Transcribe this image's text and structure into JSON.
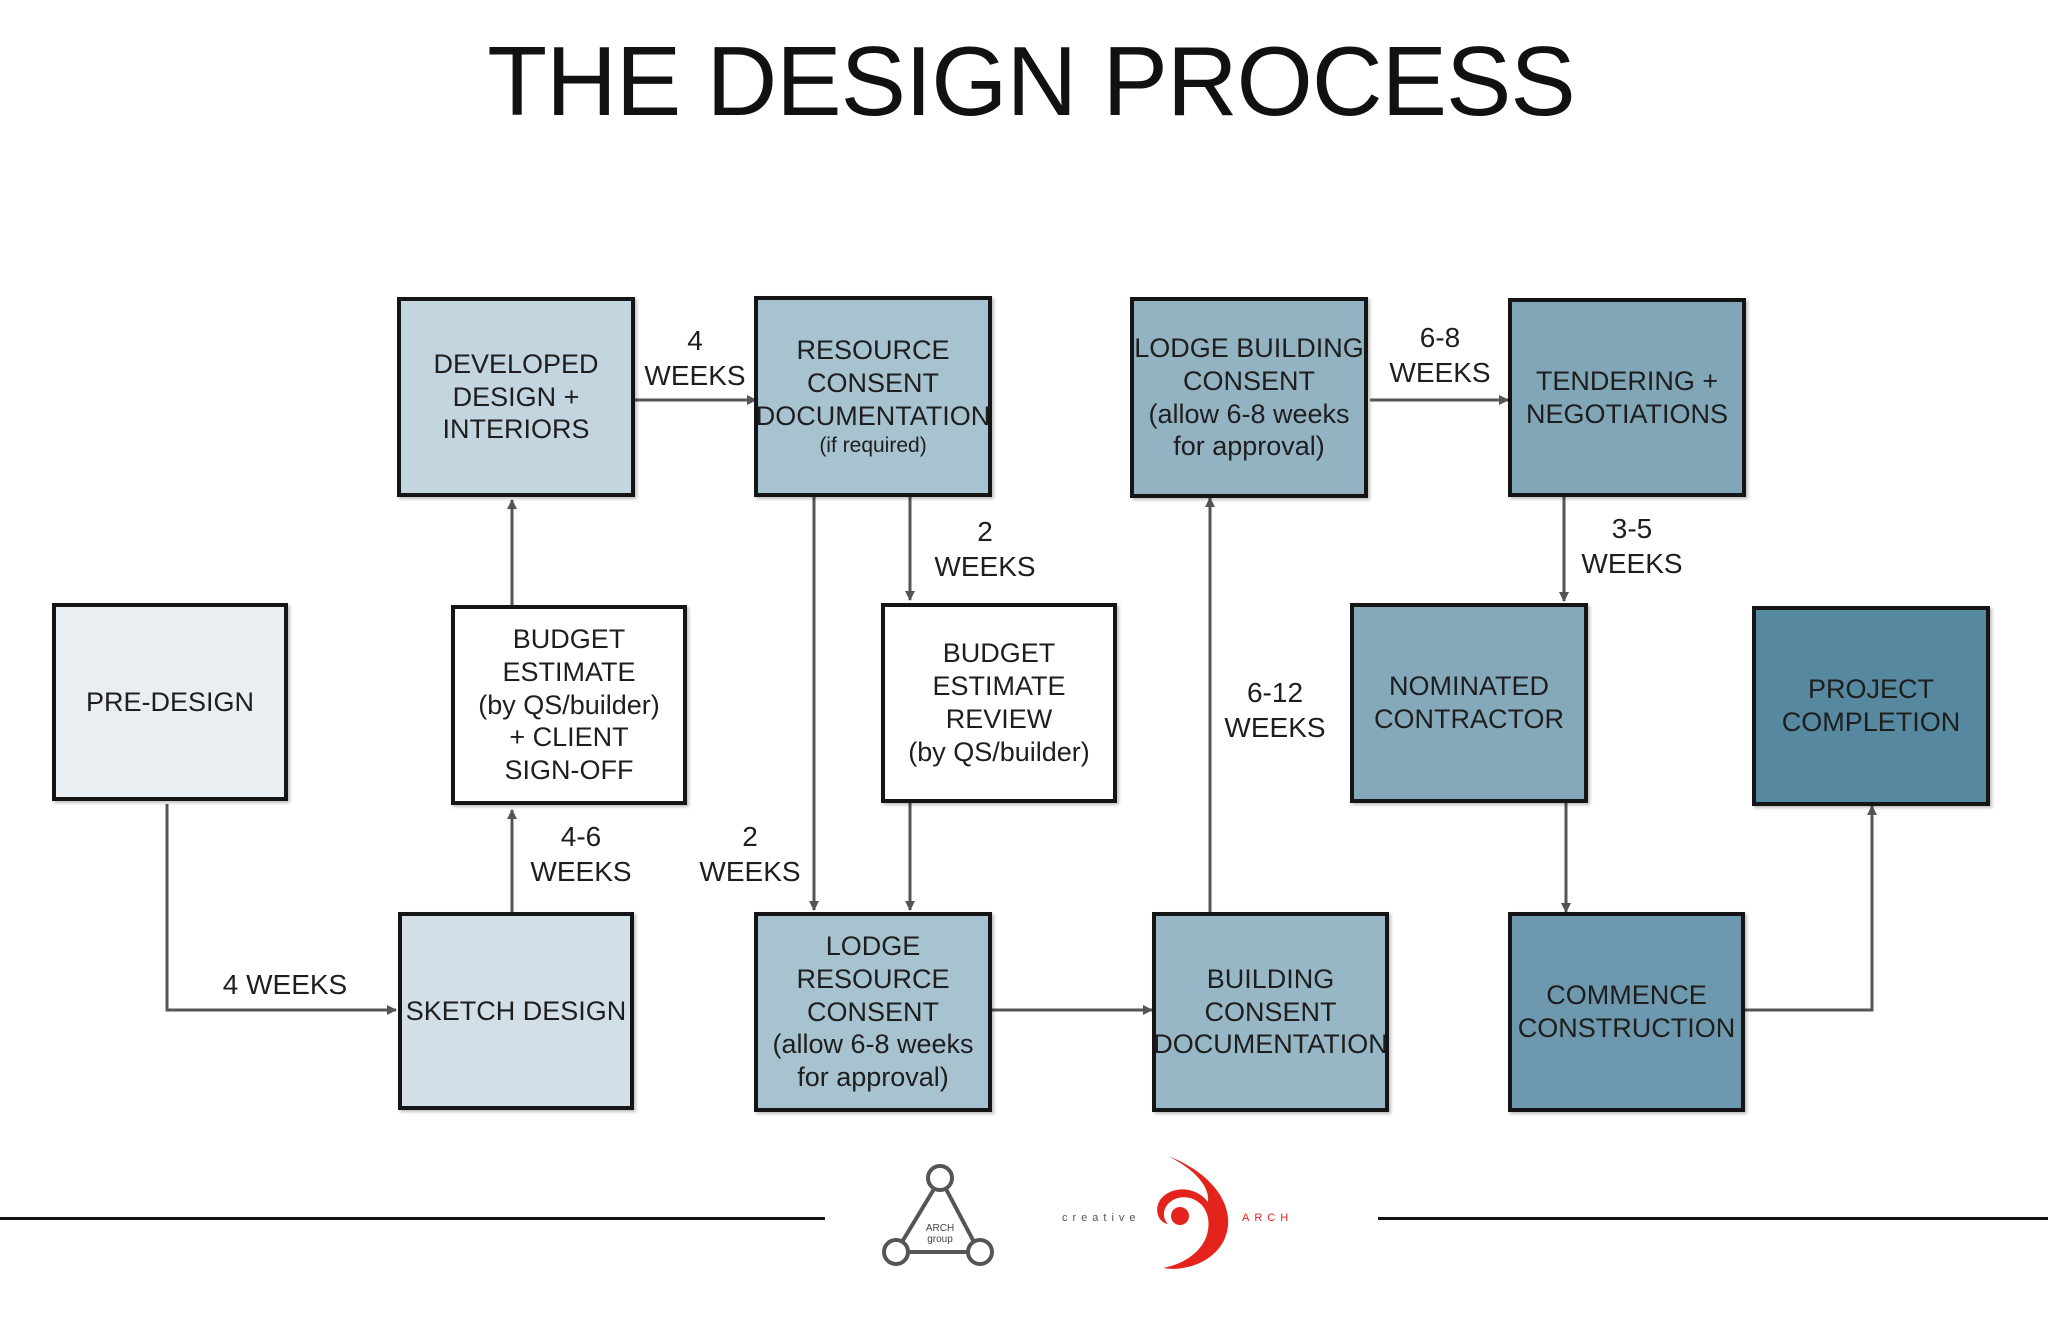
{
  "title": "THE DESIGN PROCESS",
  "boxes": {
    "pre_design": {
      "lines": [
        "PRE-DESIGN"
      ],
      "color": "#e9eef2"
    },
    "sketch_design": {
      "lines": [
        "SKETCH DESIGN"
      ],
      "color": "#d3dfe7"
    },
    "budget_estimate": {
      "lines": [
        "BUDGET",
        "ESTIMATE",
        "(by QS/builder)",
        "+ CLIENT",
        "SIGN-OFF"
      ],
      "color": "#ffffff"
    },
    "developed_design": {
      "lines": [
        "DEVELOPED",
        "DESIGN +",
        "INTERIORS"
      ],
      "color": "#c3d5df"
    },
    "resource_consent_doc": {
      "lines": [
        "RESOURCE",
        "CONSENT",
        "DOCUMENTATION"
      ],
      "note": "(if required)",
      "color": "#a7c3d0"
    },
    "budget_review": {
      "lines": [
        "BUDGET",
        "ESTIMATE",
        "REVIEW",
        "(by QS/builder)"
      ],
      "color": "#ffffff"
    },
    "lodge_resource": {
      "lines": [
        "LODGE",
        "RESOURCE",
        "CONSENT",
        "(allow 6-8 weeks",
        "for approval)"
      ],
      "color": "#a7c3d0"
    },
    "building_consent_doc": {
      "lines": [
        "BUILDING",
        "CONSENT",
        "DOCUMENTATION"
      ],
      "color": "#98b7c6"
    },
    "lodge_building": {
      "lines": [
        "LODGE BUILDING",
        "CONSENT",
        "(allow 6-8 weeks",
        "for approval)"
      ],
      "color": "#93b3c3"
    },
    "tendering": {
      "lines": [
        "TENDERING +",
        "NEGOTIATIONS"
      ],
      "color": "#81a6b8"
    },
    "nominated_contractor": {
      "lines": [
        "NOMINATED",
        "CONTRACTOR"
      ],
      "color": "#85a9bb"
    },
    "commence_construction": {
      "lines": [
        "COMMENCE",
        "CONSTRUCTION"
      ],
      "color": "#6d98ad"
    },
    "project_completion": {
      "lines": [
        "PROJECT",
        "COMPLETION"
      ],
      "color": "#5688a0"
    }
  },
  "durations": {
    "pre_to_sketch": [
      "4 WEEKS"
    ],
    "sketch_to_budget": [
      "4-6",
      "WEEKS"
    ],
    "developed_to_resource": [
      "4",
      "WEEKS"
    ],
    "resource_to_review": [
      "2",
      "WEEKS"
    ],
    "resource_to_lodge": [
      "2",
      "WEEKS"
    ],
    "building_to_lodge": [
      "6-12",
      "WEEKS"
    ],
    "lodge_to_tendering": [
      "6-8",
      "WEEKS"
    ],
    "tendering_to_contractor": [
      "3-5",
      "WEEKS"
    ]
  },
  "logos": {
    "arch_group": {
      "line1": "ARCH",
      "line2": "group"
    },
    "creative_arch": {
      "left": "creative",
      "right": "ARCH",
      "color": "#e4231c"
    }
  }
}
